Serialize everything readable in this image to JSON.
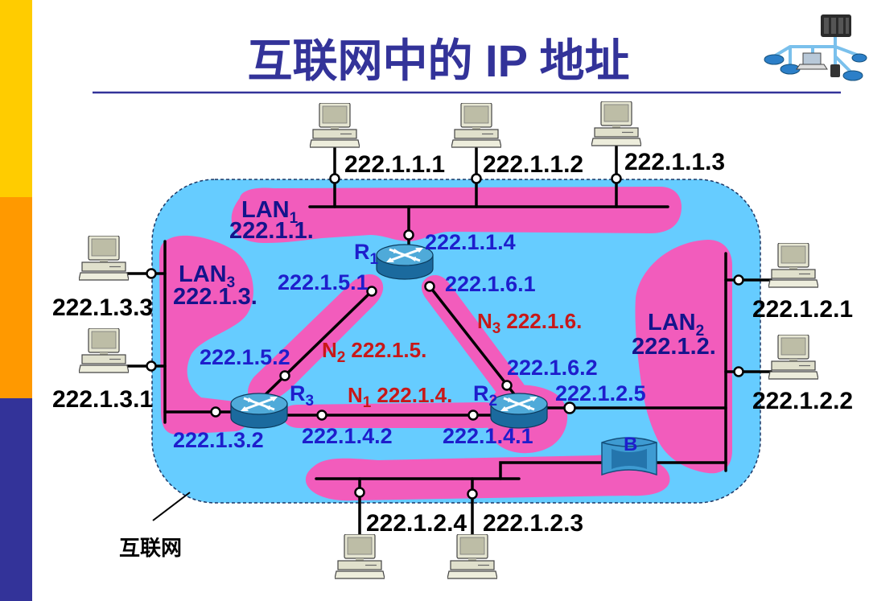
{
  "slide": {
    "title": "互联网中的 IP 地址",
    "internet_label": "互联网"
  },
  "icons": {
    "host": "desktop-computer-icon",
    "router": "router-icon",
    "bridge": "bridge-icon",
    "decoration": "network-illustration-icon"
  },
  "colors": {
    "title": "#333399",
    "internet_region": "#66CCFF",
    "network_region": "#F25CBC",
    "host_label": "#000000",
    "lan_label": "#14148C",
    "interface_label": "#1E1ECC",
    "network_label": "#C81818",
    "accent_yellow": "#FFCC00",
    "accent_orange": "#FF9900",
    "accent_navy": "#333399"
  },
  "lans": [
    {
      "name": "LAN",
      "sub": "1",
      "prefix": "222.1.1."
    },
    {
      "name": "LAN",
      "sub": "2",
      "prefix": "222.1.2."
    },
    {
      "name": "LAN",
      "sub": "3",
      "prefix": "222.1.3."
    }
  ],
  "links": [
    {
      "name": "N",
      "sub": "1",
      "prefix": "222.1.4."
    },
    {
      "name": "N",
      "sub": "2",
      "prefix": "222.1.5."
    },
    {
      "name": "N",
      "sub": "3",
      "prefix": "222.1.6."
    }
  ],
  "routers": [
    {
      "name": "R",
      "sub": "1",
      "interfaces": [
        "222.1.1.4",
        "222.1.5.1",
        "222.1.6.1"
      ]
    },
    {
      "name": "R",
      "sub": "2",
      "interfaces": [
        "222.1.6.2",
        "222.1.4.1",
        "222.1.2.5"
      ]
    },
    {
      "name": "R",
      "sub": "3",
      "interfaces": [
        "222.1.5.2",
        "222.1.4.2",
        "222.1.3.2"
      ]
    }
  ],
  "bridge": {
    "label": "B"
  },
  "hosts": {
    "lan1": [
      "222.1.1.1",
      "222.1.1.2",
      "222.1.1.3"
    ],
    "lan2": [
      "222.1.2.1",
      "222.1.2.2",
      "222.1.2.4",
      "222.1.2.3"
    ],
    "lan3": [
      "222.1.3.3",
      "222.1.3.1"
    ]
  }
}
